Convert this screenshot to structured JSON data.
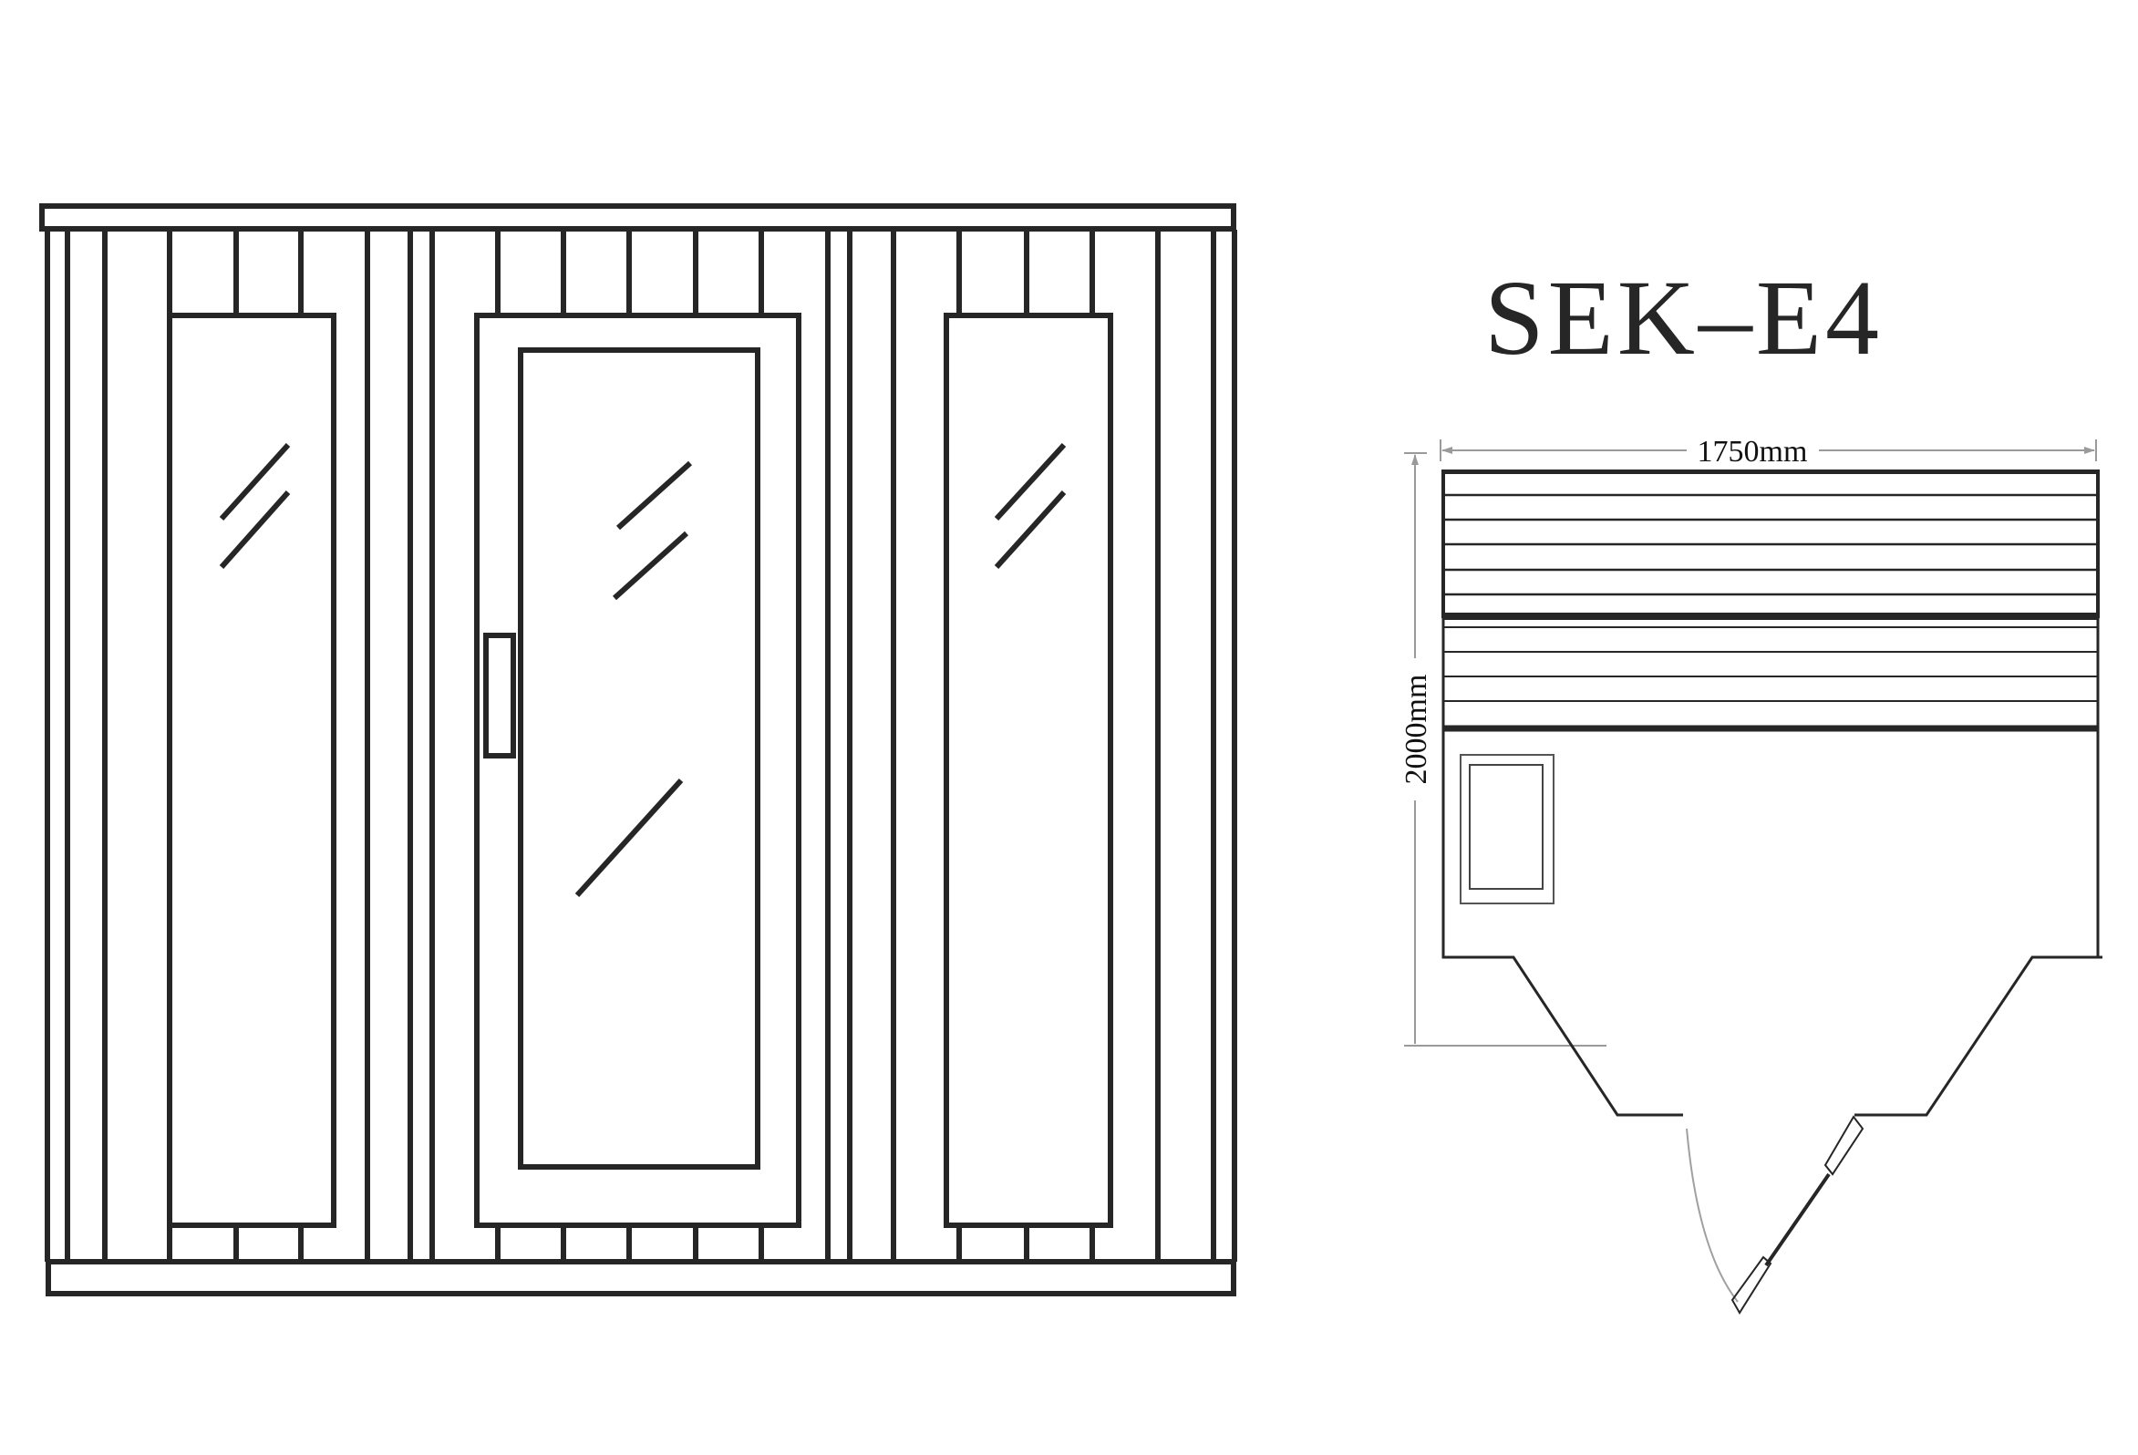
{
  "diagram": {
    "model_title": "SEK–E4",
    "front_elevation": {
      "label": "front-elevation",
      "panels": [
        "left-window",
        "door",
        "right-window"
      ]
    },
    "floor_plan": {
      "width_label": "1750mm",
      "depth_label": "2000mm"
    }
  },
  "colors": {
    "line": "#262626",
    "dimension": "#9a9a9a",
    "background": "#ffffff"
  }
}
